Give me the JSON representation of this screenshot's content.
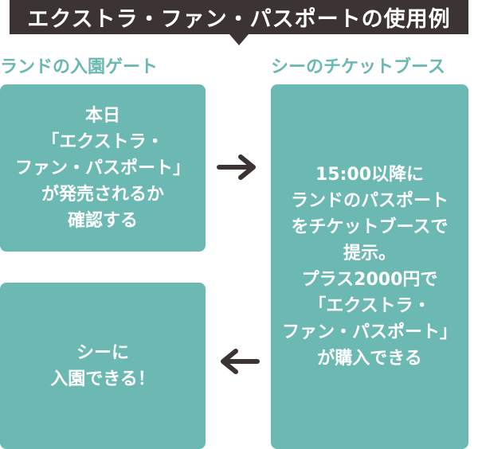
{
  "title": "エクストラ・ファン・パスポートの使用例",
  "left": {
    "heading": "ランドの入園ゲート",
    "box_top": [
      "本日",
      "「エクストラ・",
      "ファン・パスポート」",
      "が発売されるか",
      "確認する"
    ],
    "box_bottom": [
      "シーに",
      "入園できる！"
    ]
  },
  "right": {
    "heading": "シーのチケットブース",
    "box": [
      "15:00以降に",
      "ランドのパスポート",
      "をチケットブースで",
      "提示。",
      "プラス2000円で",
      "「エクストラ・",
      "ファン・パスポート」",
      "が購入できる"
    ]
  },
  "colors": {
    "banner": "#3b3433",
    "box": "#6cb8b2",
    "heading": "#6bb8b3",
    "arrow": "#3b3433"
  },
  "icons": {
    "forward": "arrow-right-icon",
    "back": "arrow-left-icon"
  }
}
